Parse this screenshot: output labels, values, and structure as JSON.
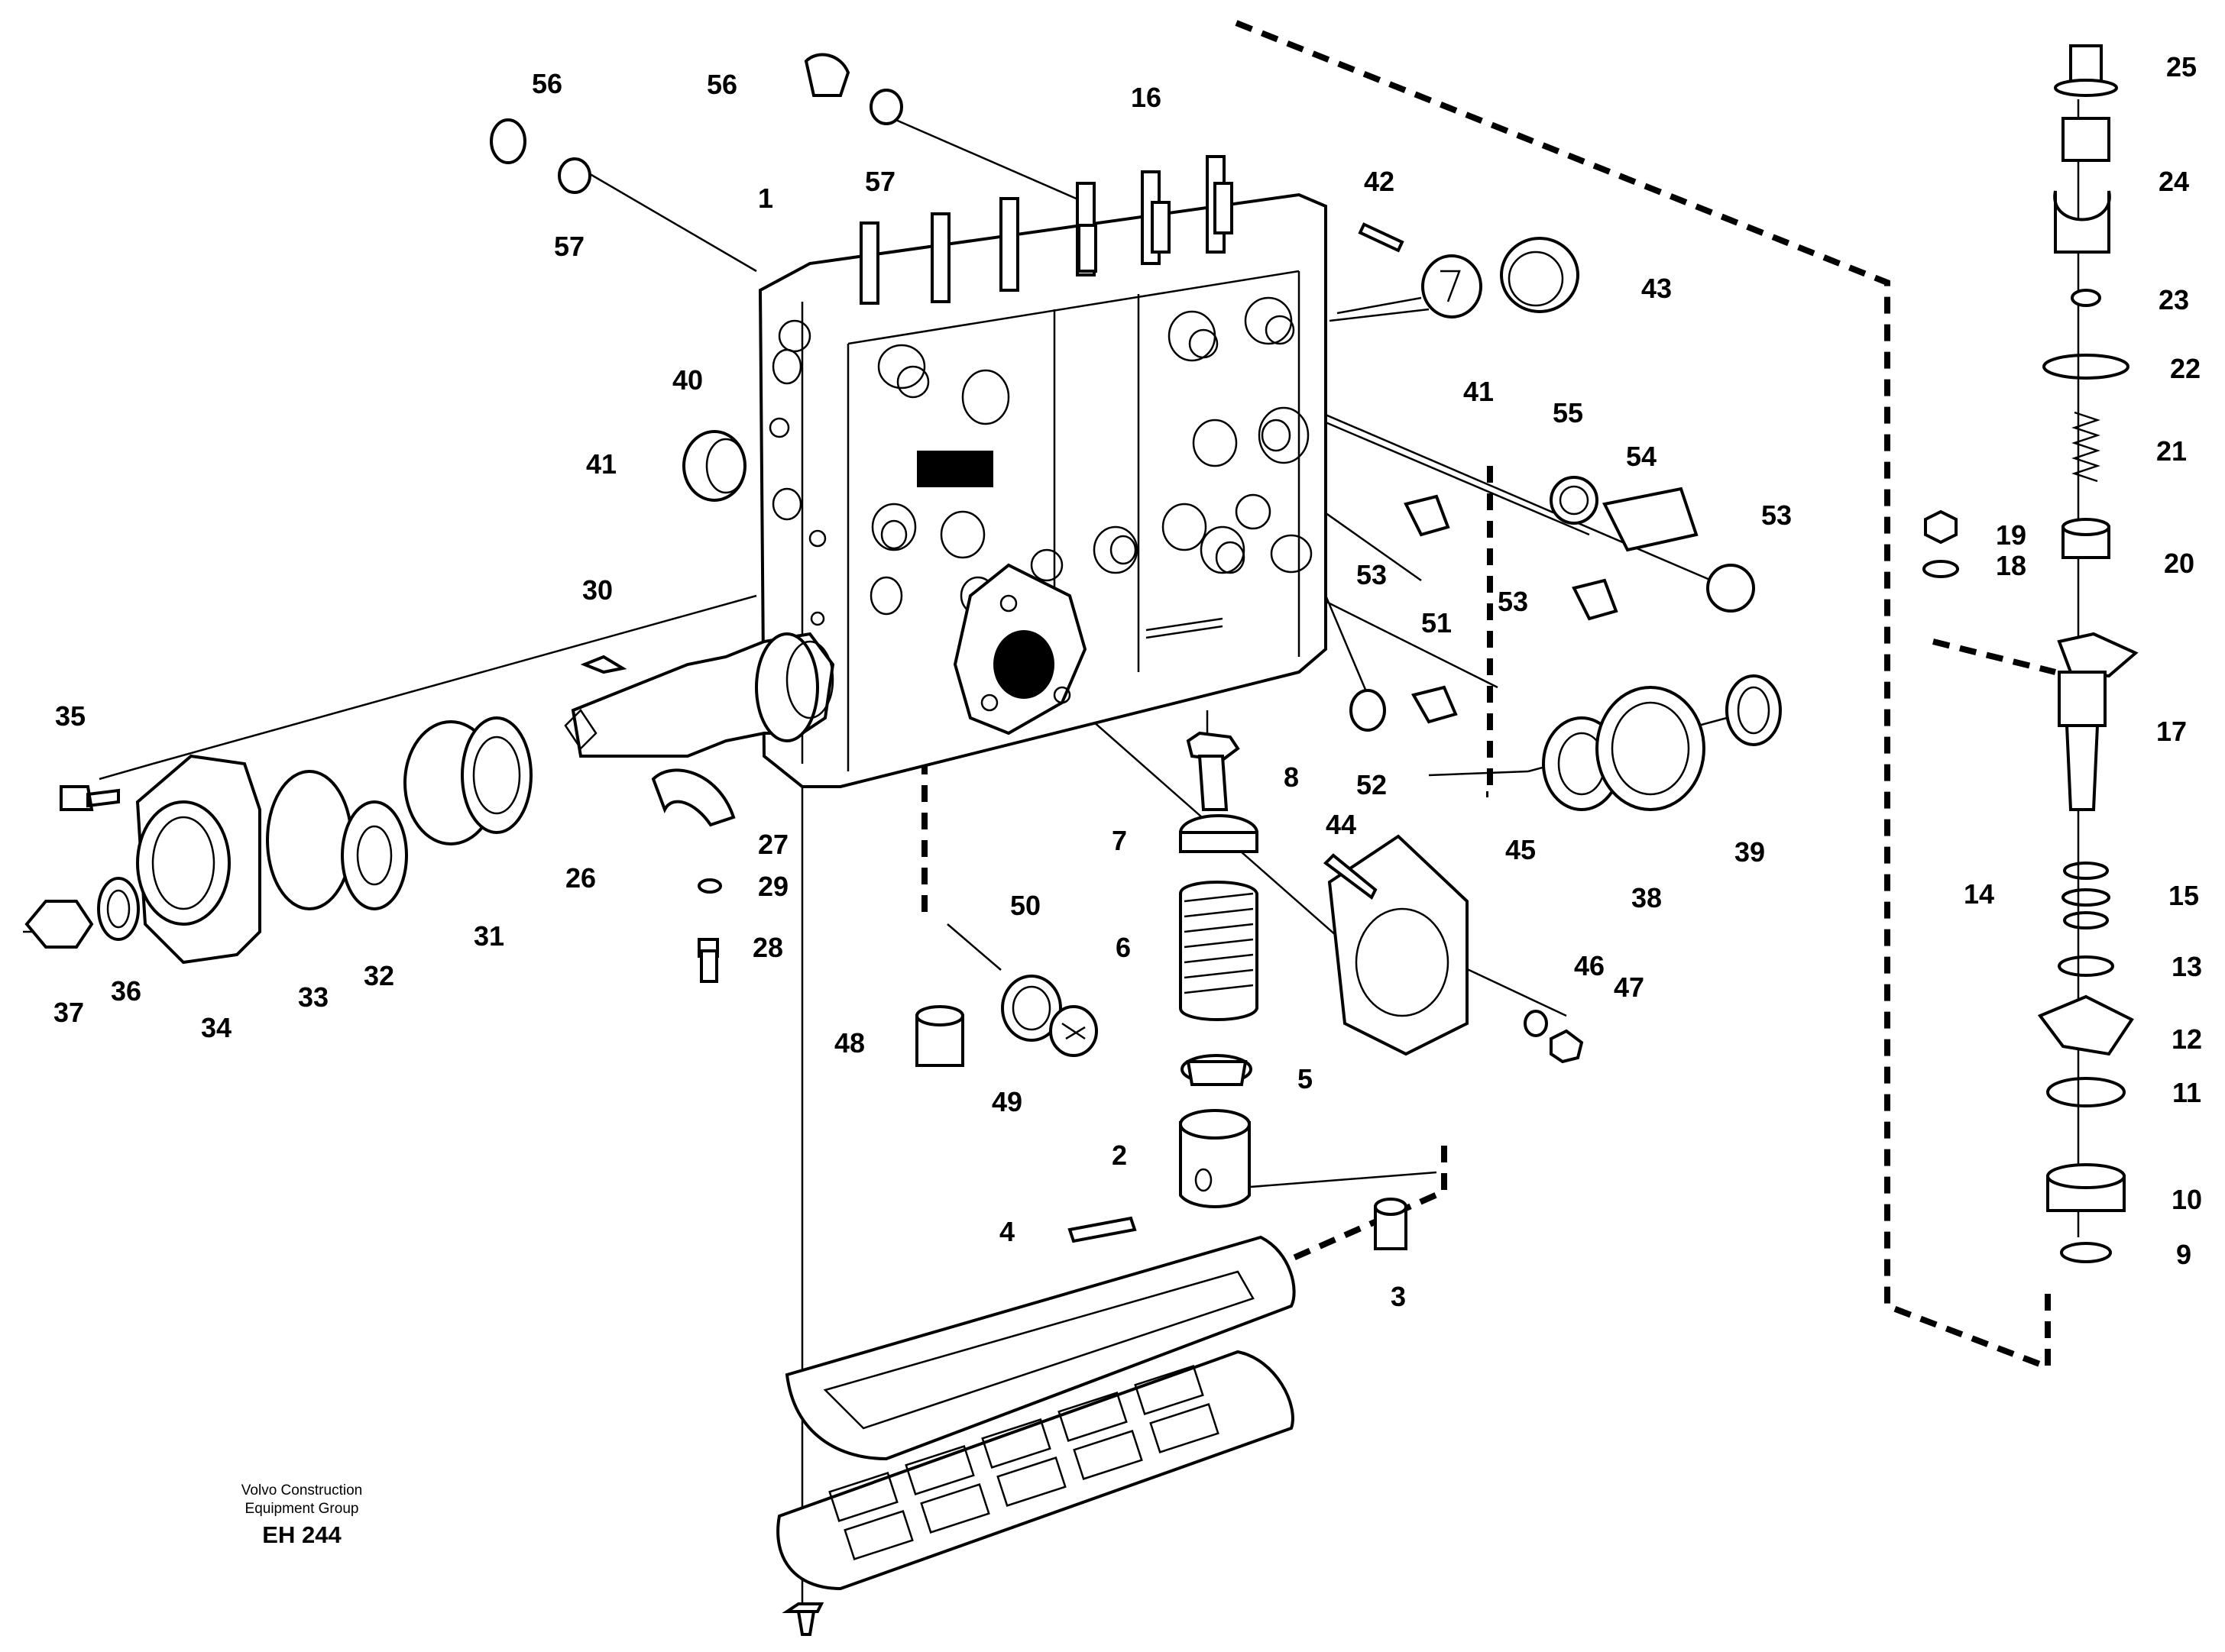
{
  "caption": {
    "line1": "Volvo Construction",
    "line2": "Equipment Group",
    "code": "EH 244"
  },
  "callouts": [
    "1",
    "2",
    "3",
    "4",
    "5",
    "6",
    "7",
    "8",
    "9",
    "10",
    "11",
    "12",
    "13",
    "14",
    "15",
    "16",
    "17",
    "18",
    "19",
    "20",
    "21",
    "22",
    "23",
    "24",
    "25",
    "26",
    "27",
    "28",
    "29",
    "30",
    "31",
    "32",
    "33",
    "34",
    "35",
    "36",
    "37",
    "38",
    "39",
    "40",
    "41",
    "41",
    "42",
    "43",
    "44",
    "45",
    "46",
    "47",
    "48",
    "49",
    "50",
    "51",
    "52",
    "53",
    "53",
    "53",
    "54",
    "55",
    "56",
    "56",
    "57",
    "57"
  ]
}
